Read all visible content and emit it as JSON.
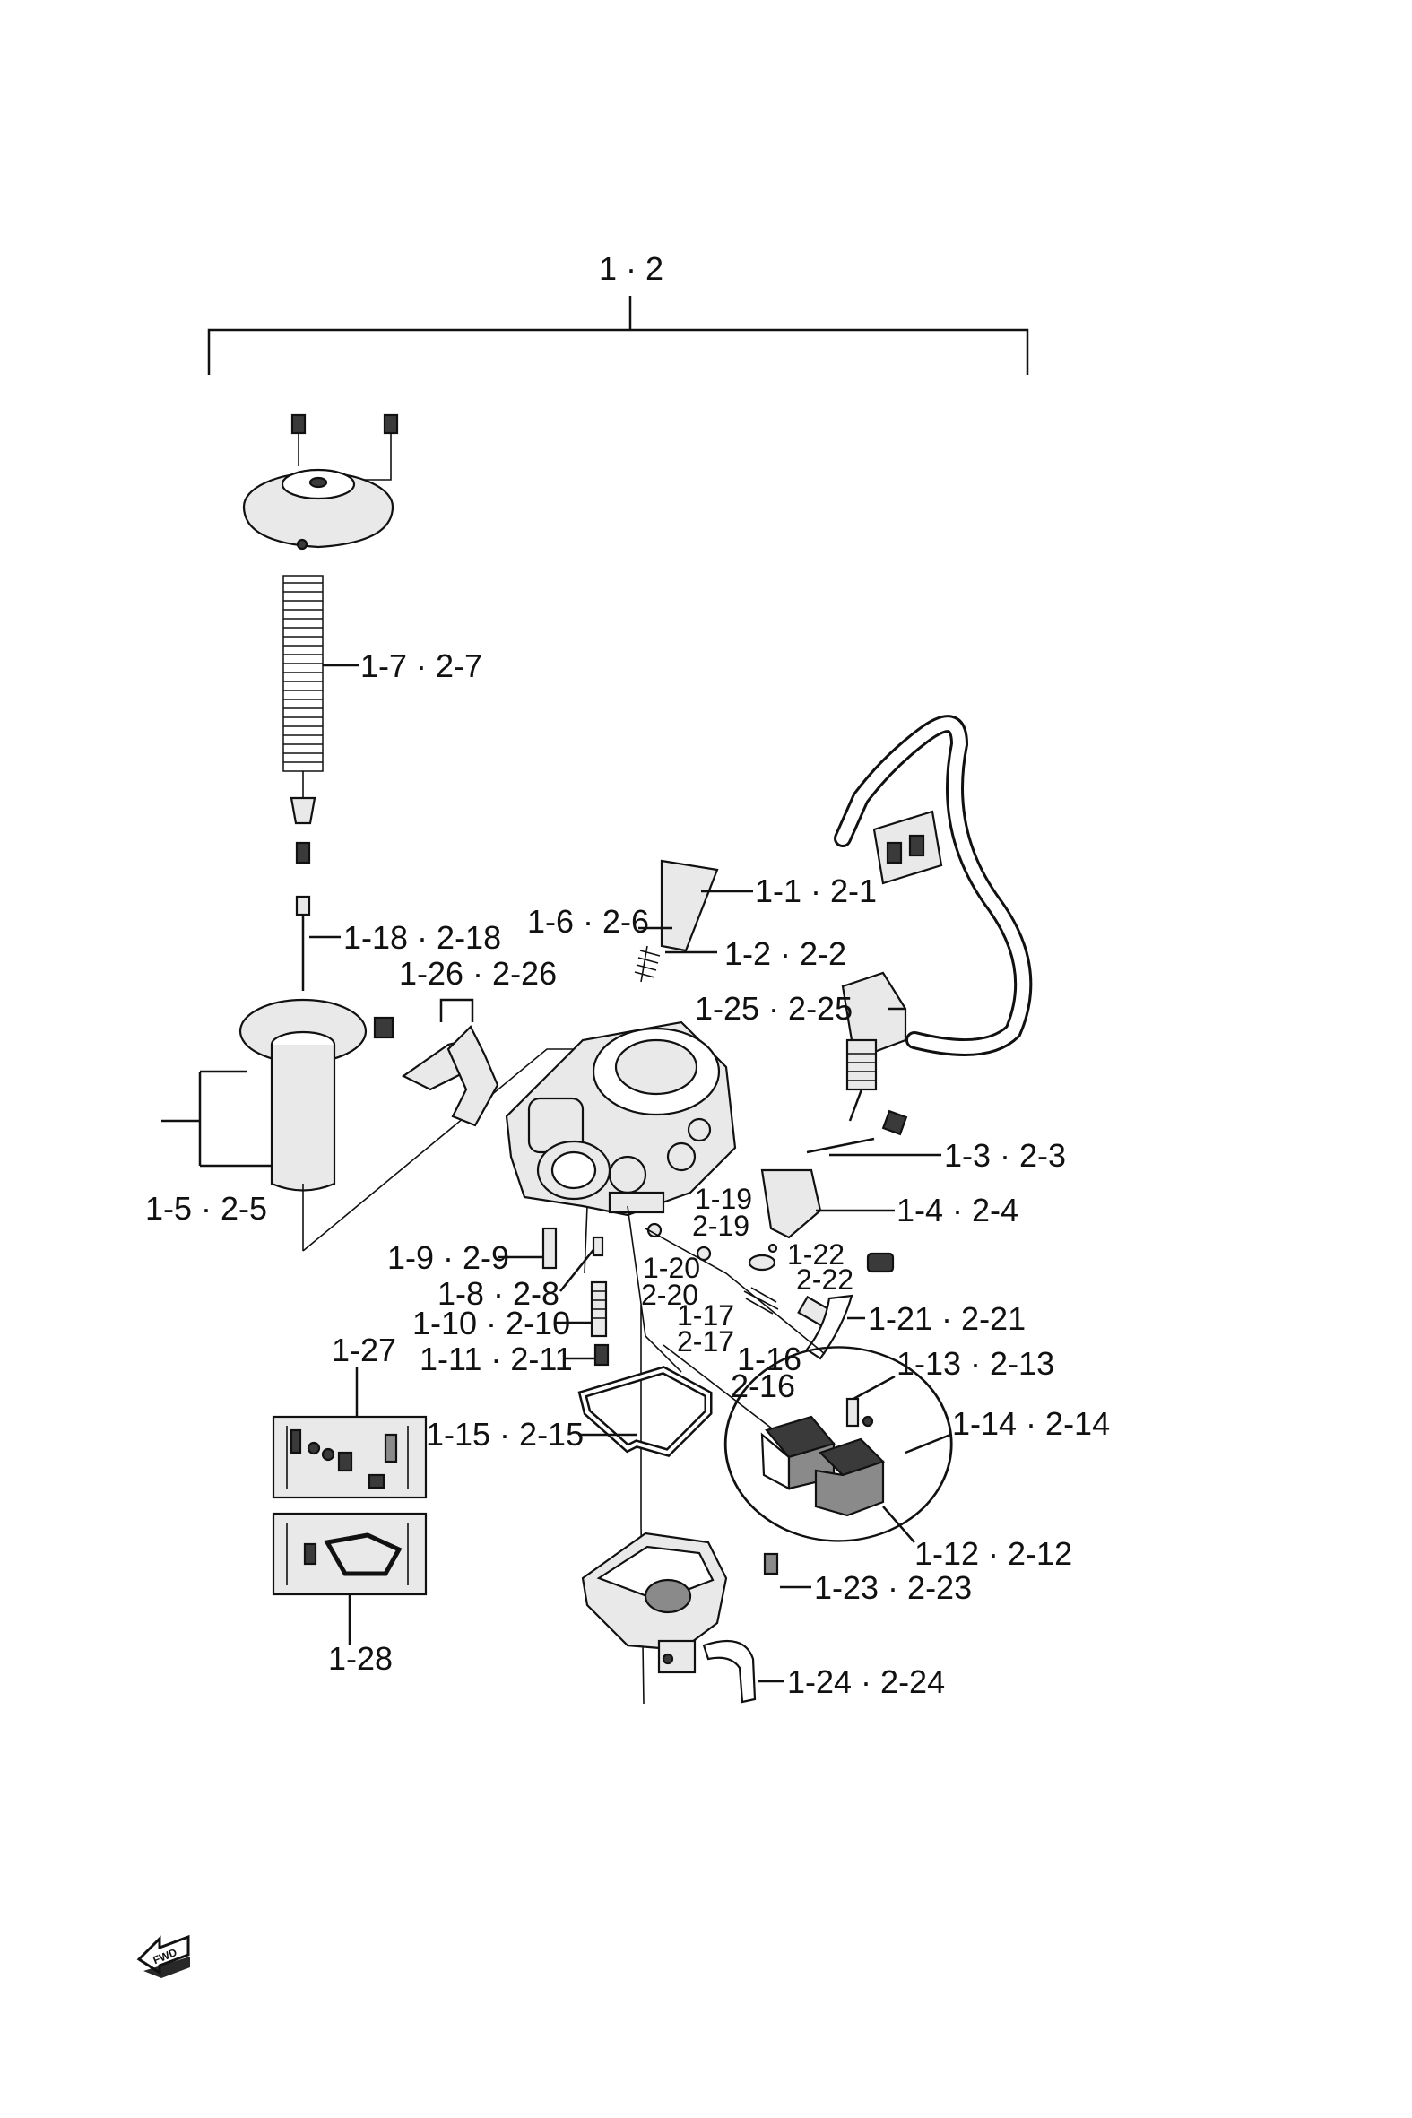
{
  "labels": {
    "top": "1 · 2",
    "l_1_7": "1-7 · 2-7",
    "l_1_1": "1-1 · 2-1",
    "l_1_6": "1-6 · 2-6",
    "l_1_18": "1-18 · 2-18",
    "l_1_2": "1-2 · 2-2",
    "l_1_26": "1-26 · 2-26",
    "l_1_25": "1-25 · 2-25",
    "l_1_3": "1-3 · 2-3",
    "l_1_5": "1-5 · 2-5",
    "l_1_19": "1-19",
    "l_2_19": "2-19",
    "l_1_4": "1-4 · 2-4",
    "l_1_9": "1-9 · 2-9",
    "l_1_20": "1-20",
    "l_1_22": "1-22",
    "l_2_22": "2-22",
    "l_2_20": "2-20",
    "l_1_8": "1-8 · 2-8",
    "l_1_17": "1-17",
    "l_1_21": "1-21 · 2-21",
    "l_1_10": "1-10 · 2-10",
    "l_2_17": "2-17",
    "l_1_16": "1-16",
    "l_1_27": "1-27",
    "l_1_11": "1-11 · 2-11",
    "l_1_13": "1-13 · 2-13",
    "l_2_16": "2-16",
    "l_1_14": "1-14 · 2-14",
    "l_1_15": "1-15 · 2-15",
    "l_1_12": "1-12 · 2-12",
    "l_1_23": "1-23 · 2-23",
    "l_1_28": "1-28",
    "l_1_24": "1-24 · 2-24",
    "fwd": "FWD"
  }
}
